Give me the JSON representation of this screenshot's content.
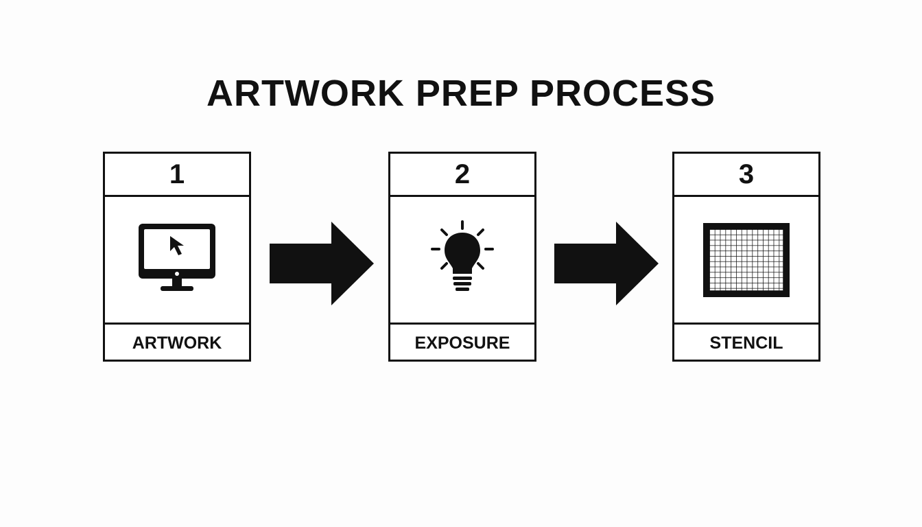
{
  "title": "ARTWORK PREP PROCESS",
  "steps": [
    {
      "number": "1",
      "label": "ARTWORK",
      "icon": "computer-monitor-cursor-icon"
    },
    {
      "number": "2",
      "label": "EXPOSURE",
      "icon": "lightbulb-icon"
    },
    {
      "number": "3",
      "label": "STENCIL",
      "icon": "mesh-screen-icon"
    }
  ],
  "connectors": [
    "arrow-right-icon",
    "arrow-right-icon"
  ],
  "colors": {
    "ink": "#111111",
    "background": "#fdfdfd"
  }
}
